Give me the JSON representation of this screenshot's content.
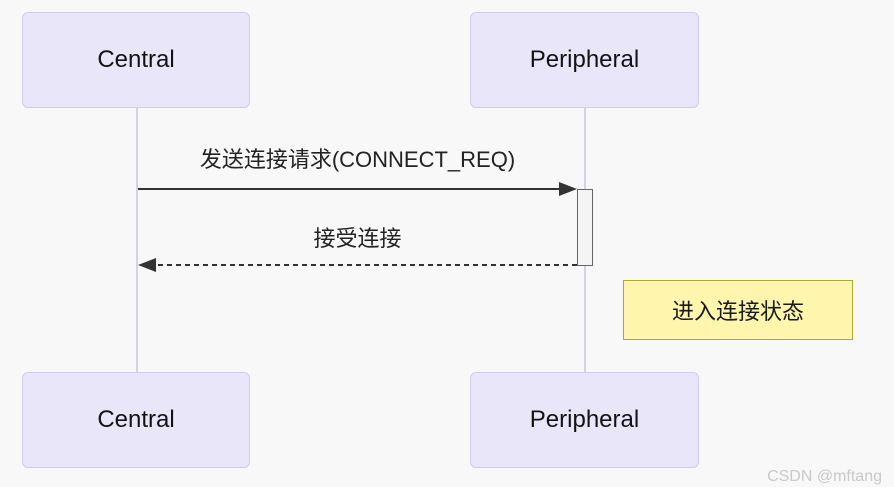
{
  "colors": {
    "canvas_bg": "#f8f8f8",
    "page_bg": "#ffffff",
    "actor_fill": "#eae6f9",
    "actor_border": "#d4cbed",
    "actor_text": "#131313",
    "lifeline": "#d8cfeb",
    "arrow": "#333333",
    "message_text": "#222222",
    "activation_fill": "#f4f4f4",
    "activation_border": "#666666",
    "note_fill": "#fff5ad",
    "note_border": "#aaaa33",
    "note_text": "#1a1a1a",
    "watermark_text": "#c9c9c9"
  },
  "diagram": {
    "type": "sequence-diagram",
    "actors": [
      {
        "name": "Central"
      },
      {
        "name": "Peripheral"
      }
    ],
    "messages": [
      {
        "from": "Central",
        "to": "Peripheral",
        "label": "发送连接请求(CONNECT_REQ)",
        "line": "solid"
      },
      {
        "from": "Peripheral",
        "to": "Central",
        "label": "接受连接",
        "line": "dashed"
      }
    ],
    "note": {
      "target": "right of Peripheral",
      "label": "进入连接状态"
    }
  },
  "watermark": "CSDN @mftang"
}
